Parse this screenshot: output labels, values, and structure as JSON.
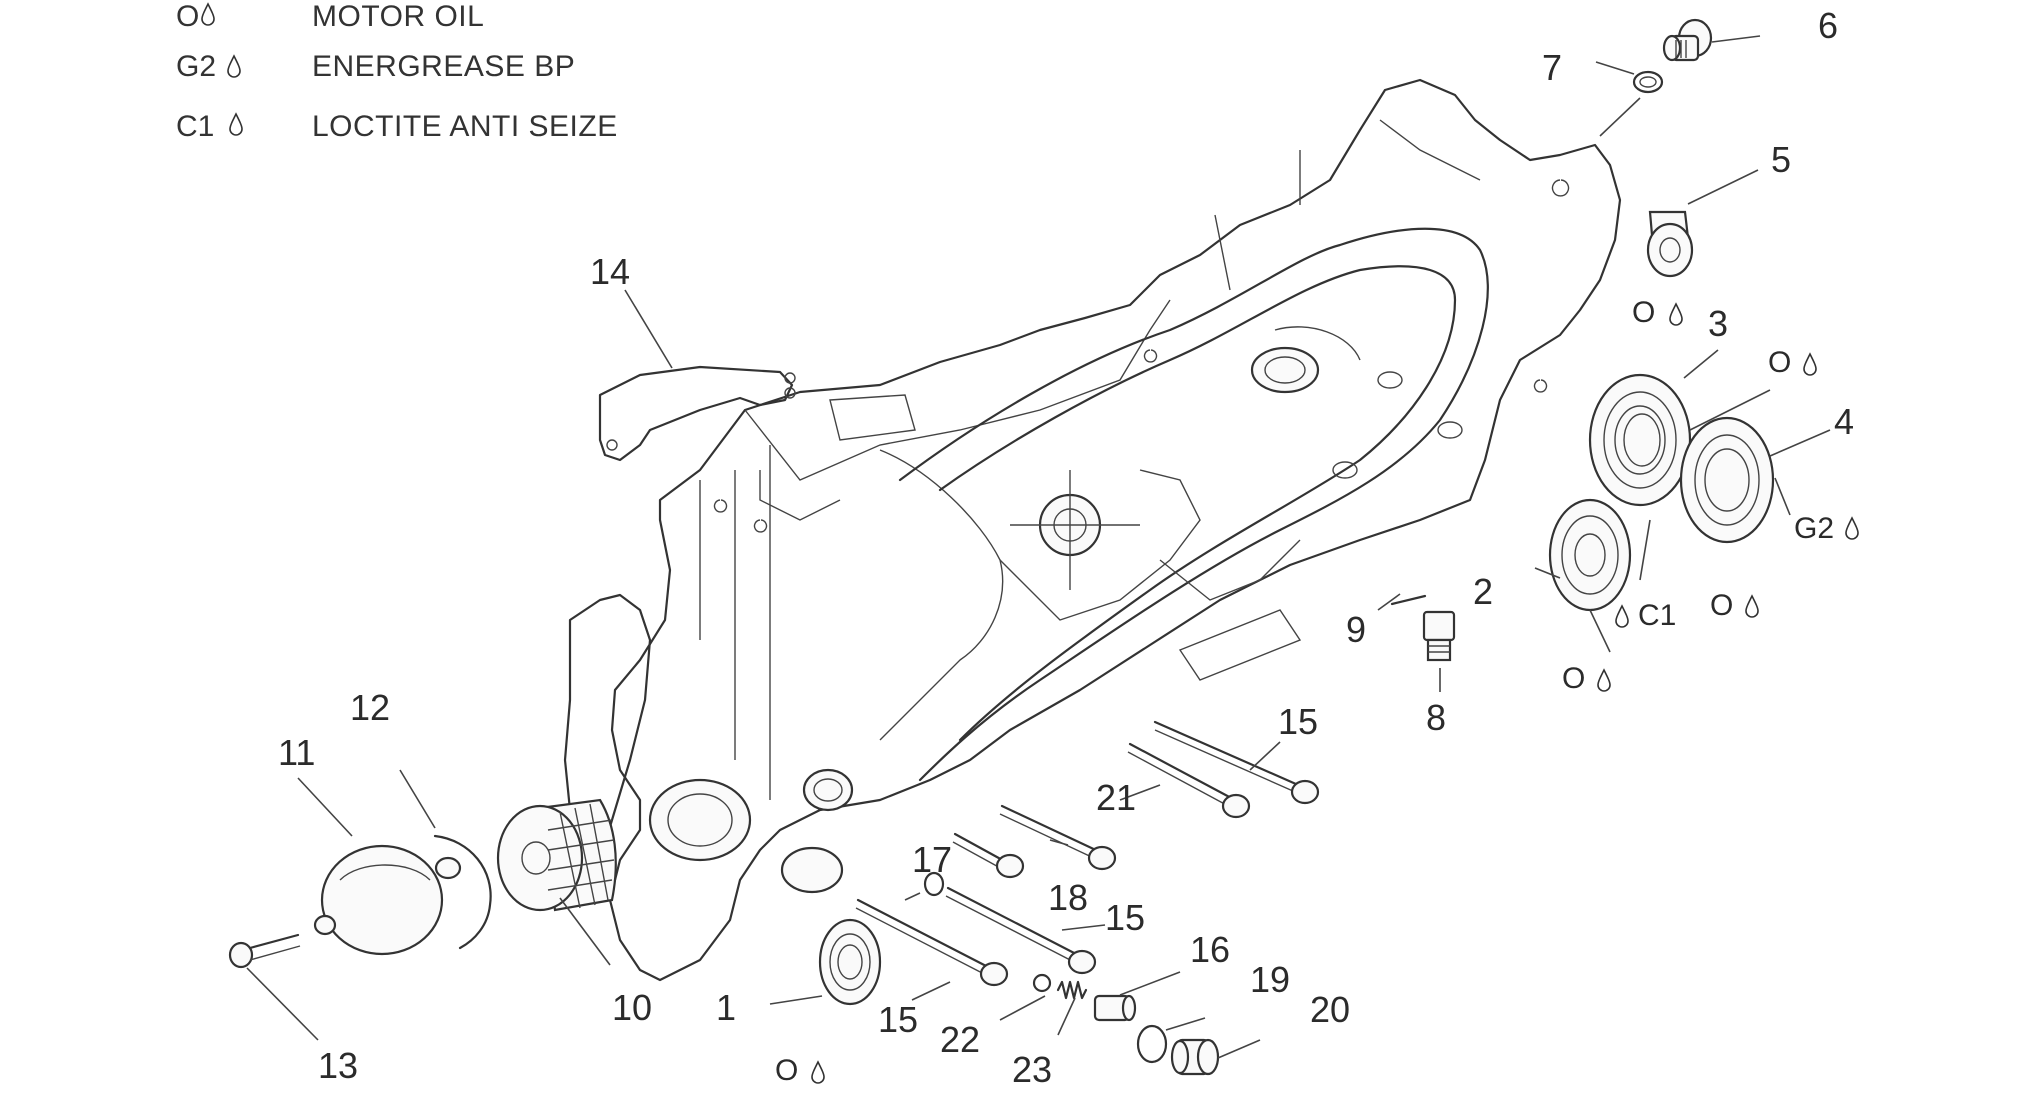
{
  "legend": [
    {
      "code": "O",
      "label": "MOTOR OIL"
    },
    {
      "code": "G2",
      "label": "ENERGREASE BP"
    },
    {
      "code": "C1",
      "label": "LOCTITE ANTI SEIZE"
    }
  ],
  "callouts": {
    "p1": "1",
    "p2": "2",
    "p3": "3",
    "p4": "4",
    "p5": "5",
    "p6": "6",
    "p7": "7",
    "p8": "8",
    "p9": "9",
    "p10": "10",
    "p11": "11",
    "p12": "12",
    "p13": "13",
    "p14": "14",
    "p15a": "15",
    "p15b": "15",
    "p15c": "15",
    "p16": "16",
    "p17": "17",
    "p18": "18",
    "p19": "19",
    "p20": "20",
    "p21": "21",
    "p22": "22",
    "p23": "23"
  },
  "lube_marks": {
    "o_5": "O",
    "o_3": "O",
    "o_4": "O",
    "g2_4": "G2",
    "c1_3": "C1",
    "o_2": "O",
    "o_1": "O"
  }
}
